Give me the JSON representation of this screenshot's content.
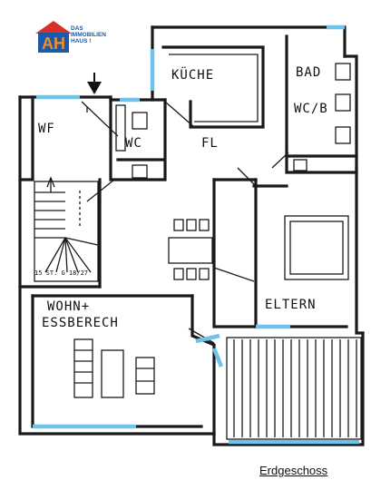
{
  "logo": {
    "initials": "AH",
    "lines": [
      "DAS",
      "IMMOBILIEN",
      "HAUS !"
    ],
    "colors": {
      "blue": "#1b5aa8",
      "orange": "#f28c28",
      "red": "#d8302a"
    }
  },
  "rooms": {
    "kueche": "KÜCHE",
    "bad": "BAD",
    "wc_bad": "WC/B",
    "wf": "WF",
    "wc": "WC",
    "flur": "FL",
    "wohn_line1": "WOHN+",
    "wohn_line2": "ESSBERECH",
    "eltern": "ELTERN"
  },
  "stair": {
    "label": "15 ST. G  18/27"
  },
  "caption": "Erdgeschoss",
  "colors": {
    "wall": "#1a1a1a",
    "window": "#6fc3ea"
  },
  "icons": {
    "entrance": "arrow-down-icon"
  }
}
